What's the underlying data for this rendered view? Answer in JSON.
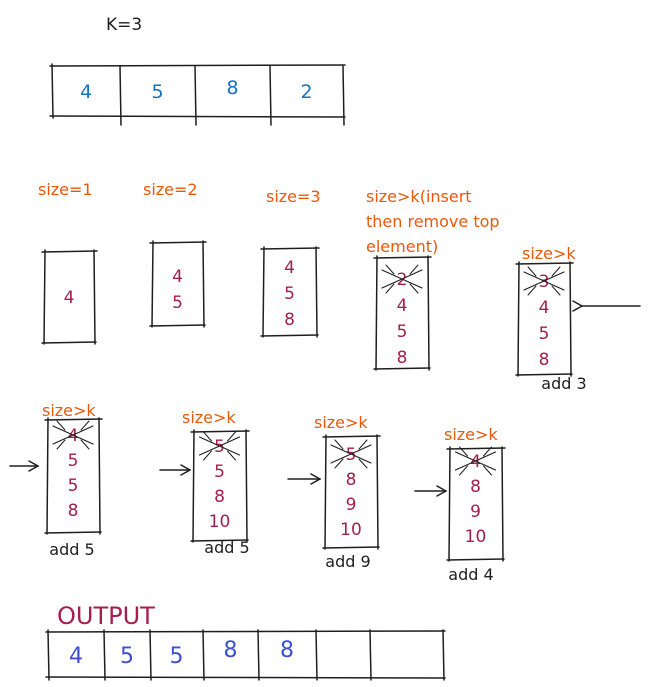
{
  "k_label": "K=3",
  "input_array": [
    "4",
    "5",
    "8",
    "2"
  ],
  "row1": [
    {
      "label": "size=1",
      "stack": [
        "4"
      ],
      "crossed": false
    },
    {
      "label": "size=2",
      "stack": [
        "4",
        "5"
      ],
      "crossed": false
    },
    {
      "label": "size=3",
      "stack": [
        "4",
        "5",
        "8"
      ],
      "crossed": false
    },
    {
      "label": [
        "size>k(insert",
        "then remove top",
        "element)"
      ],
      "stack": [
        "2",
        "4",
        "5",
        "8"
      ],
      "crossed": true
    },
    {
      "label": "size>k",
      "stack": [
        "3",
        "4",
        "5",
        "8"
      ],
      "crossed": true,
      "caption": "add 3",
      "arrow": true
    }
  ],
  "row2": [
    {
      "label": "size>k",
      "stack": [
        "4",
        "5",
        "5",
        "8"
      ],
      "crossed": true,
      "caption": "add 5",
      "arrow": true
    },
    {
      "label": "size>k",
      "stack": [
        "5",
        "5",
        "8",
        "10"
      ],
      "crossed": true,
      "caption": "add 5",
      "arrow": true
    },
    {
      "label": "size>k",
      "stack": [
        "5",
        "8",
        "9",
        "10"
      ],
      "crossed": true,
      "caption": "add 9",
      "arrow": true
    },
    {
      "label": "size>k",
      "stack": [
        "4",
        "8",
        "9",
        "10"
      ],
      "crossed": true,
      "caption": "add 4",
      "arrow": true
    }
  ],
  "output_label": "OUTPUT",
  "output_array": [
    "4",
    "5",
    "5",
    "8",
    "8",
    "",
    ""
  ],
  "colors": {
    "ink": "#1e1e1e",
    "blue": "#1971c2",
    "orange": "#e8590c",
    "crimson": "#a61e4d",
    "output_blue": "#3b4fd1"
  }
}
